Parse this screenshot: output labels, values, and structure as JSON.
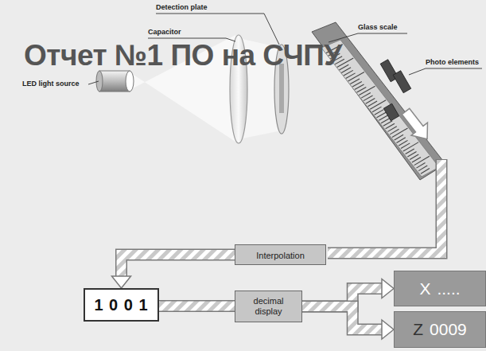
{
  "diagram": {
    "nodes": [
      {
        "text": [
          "Interpolation"
        ]
      },
      {
        "text": [
          "1 0 0 1"
        ]
      },
      {
        "text": [
          "decimal display"
        ]
      },
      {
        "text": [
          "X",
          "....."
        ]
      },
      {
        "text": [
          "Z",
          "0009"
        ]
      }
    ],
    "edges": [
      {
        "from": 0,
        "to": 1,
        "arrow": "to"
      },
      {
        "from": 1,
        "to": 2,
        "arrow": "none"
      },
      {
        "from": 2,
        "to": 3,
        "arrow": "to"
      },
      {
        "from": 2,
        "to": 4,
        "arrow": "to"
      }
    ],
    "labels": [
      "Detection plate",
      "Capacitor",
      "LED light source",
      "Glass scale",
      "Photo elements",
      "Отчет №1 ПО на СЧПУ"
    ]
  }
}
